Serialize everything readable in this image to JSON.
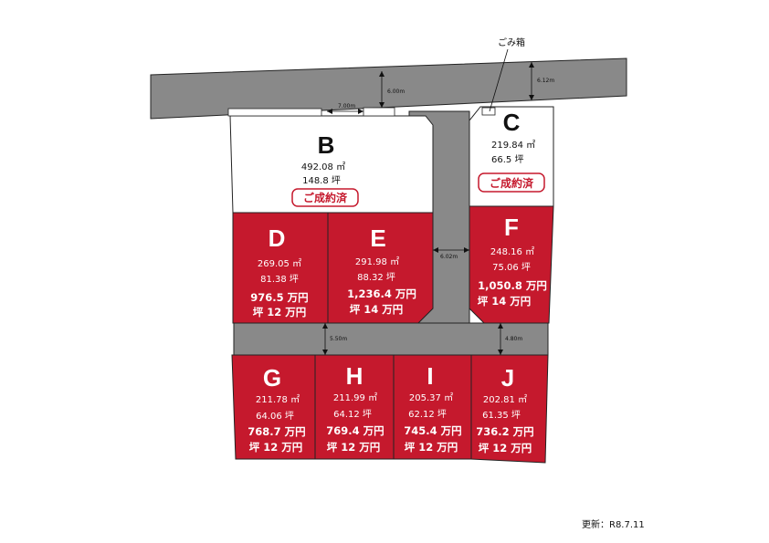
{
  "updated": "更新：R8.7.11",
  "trash_label": "ごみ箱",
  "dimensions": {
    "top_left": "6.00m",
    "top_right": "6.12m",
    "entry": "7.00m",
    "center": "6.02m",
    "lower_left": "5.50m",
    "lower_right": "4.80m"
  },
  "lots": {
    "B": {
      "letter": "B",
      "sqm": "492.08 ㎡",
      "tsubo": "148.8 坪",
      "status": "ご成約済"
    },
    "C": {
      "letter": "C",
      "sqm": "219.84 ㎡",
      "tsubo": "66.5 坪",
      "status": "ご成約済"
    },
    "D": {
      "letter": "D",
      "sqm": "269.05 ㎡",
      "tsubo": "81.38 坪",
      "price": "976.5 万円",
      "unit": "坪 12 万円"
    },
    "E": {
      "letter": "E",
      "sqm": "291.98 ㎡",
      "tsubo": "88.32 坪",
      "price": "1,236.4 万円",
      "unit": "坪 14 万円"
    },
    "F": {
      "letter": "F",
      "sqm": "248.16 ㎡",
      "tsubo": "75.06 坪",
      "price": "1,050.8 万円",
      "unit": "坪 14 万円"
    },
    "G": {
      "letter": "G",
      "sqm": "211.78 ㎡",
      "tsubo": "64.06 坪",
      "price": "768.7 万円",
      "unit": "坪 12 万円"
    },
    "H": {
      "letter": "H",
      "sqm": "211.99 ㎡",
      "tsubo": "64.12 坪",
      "price": "769.4 万円",
      "unit": "坪 12 万円"
    },
    "I": {
      "letter": "I",
      "sqm": "205.37 ㎡",
      "tsubo": "62.12 坪",
      "price": "745.4 万円",
      "unit": "坪 12 万円"
    },
    "J": {
      "letter": "J",
      "sqm": "202.81 ㎡",
      "tsubo": "61.35 坪",
      "price": "736.2 万円",
      "unit": "坪 12 万円"
    }
  },
  "colors": {
    "available": "#c5192d",
    "road": "#898989",
    "sold": "#ffffff"
  }
}
